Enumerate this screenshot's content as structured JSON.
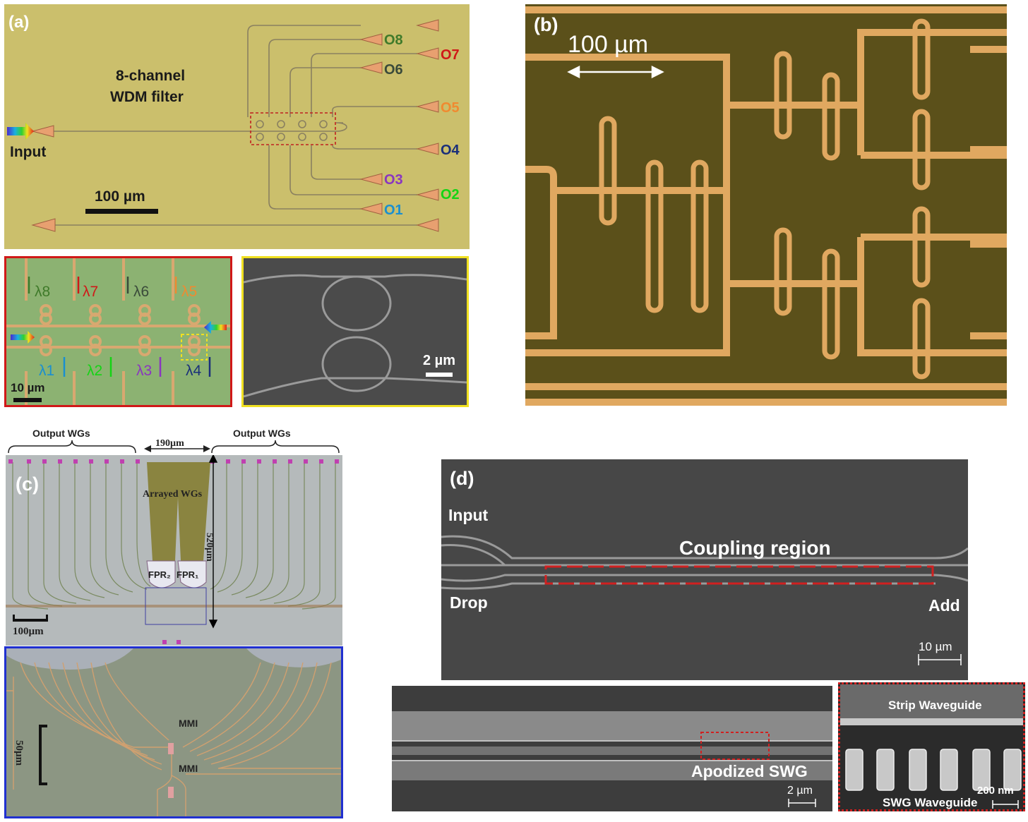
{
  "panel_a": {
    "label": "(a)",
    "title_line1": "8-channel",
    "title_line2": "WDM filter",
    "input": "Input",
    "scale": "100 µm",
    "outputs": {
      "o8": "O8",
      "o7": "O7",
      "o6": "O6",
      "o5": "O5",
      "o4": "O4",
      "o3": "O3",
      "o2": "O2",
      "o1": "O1"
    },
    "colors": {
      "o8": "#3f7a2a",
      "o7": "#d01818",
      "o6": "#3a4a3a",
      "o5": "#f08a30",
      "o4": "#1a2f7a",
      "o3": "#8a35c0",
      "o2": "#14d414",
      "o1": "#1a8fd0"
    }
  },
  "inset_red": {
    "l8": "λ8",
    "l7": "λ7",
    "l6": "λ6",
    "l5": "λ5",
    "l1": "λ1",
    "l2": "λ2",
    "l3": "λ3",
    "l4": "λ4",
    "scale": "10 µm"
  },
  "inset_yellow": {
    "scale": "2 µm"
  },
  "panel_b": {
    "label": "(b)",
    "scale": "100 µm"
  },
  "panel_c": {
    "label": "(c)",
    "output_left": "Output WGs",
    "output_right": "Output WGs",
    "width": "190µm",
    "arrayed": "Arrayed WGs",
    "height": "520µm",
    "fpr2": "FPR₂",
    "fpr1": "FPR₁",
    "scale": "100µm",
    "scale2": "50µm",
    "mmi1": "MMI",
    "mmi2": "MMI"
  },
  "panel_d": {
    "label": "(d)",
    "input": "Input",
    "coupling": "Coupling region",
    "drop": "Drop",
    "add": "Add",
    "scale": "10 µm",
    "apodized": "Apodized SWG",
    "scale2": "2 µm",
    "strip": "Strip Waveguide",
    "swg": "SWG Waveguide",
    "scale3": "200 nm"
  }
}
